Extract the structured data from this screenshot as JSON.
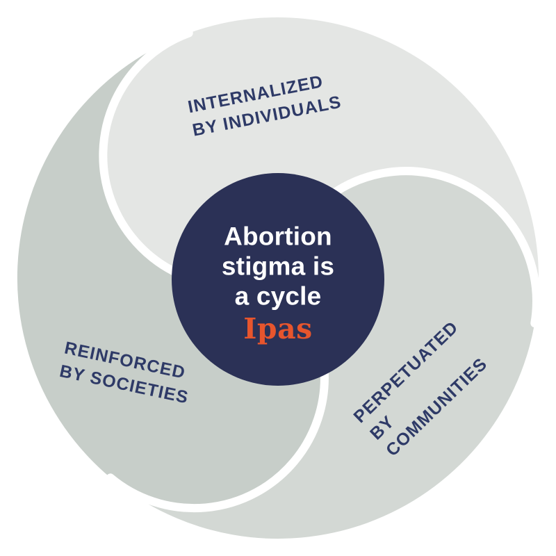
{
  "diagram": {
    "center_title": "Abortion\nstigma is\na cycle",
    "logo_text": "Ipas",
    "segments": [
      {
        "id": "internalized",
        "label": "INTERNALIZED\nBY INDIVIDUALS",
        "color": "#e4e6e4"
      },
      {
        "id": "perpetuated",
        "label": "PERPETUATED\nBY COMMUNITIES",
        "color": "#d3d8d4"
      },
      {
        "id": "reinforced",
        "label": "REINFORCED\nBY SOCIETIES",
        "color": "#c7cec9"
      }
    ],
    "colors": {
      "center_circle": "#2b3156",
      "separator": "#ffffff",
      "background": "#ffffff",
      "label_text": "#2e3a67",
      "center_title_text": "#ffffff",
      "logo_text_color": "#e7552d"
    }
  }
}
